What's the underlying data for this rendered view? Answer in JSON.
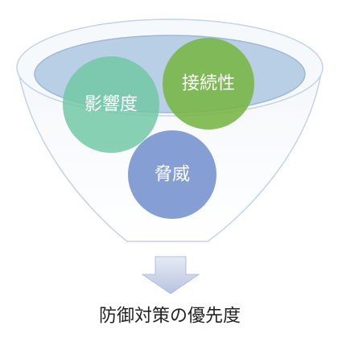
{
  "diagram": {
    "circles": {
      "impact": {
        "label": "影響度",
        "color": "#6fc7a3"
      },
      "connectivity": {
        "label": "接続性",
        "color": "#7ab648"
      },
      "threat": {
        "label": "脅威",
        "color": "#7e9ad3"
      }
    },
    "funnel": {
      "rim_color": "#b9cfe6",
      "outline_color": "#c5d3e4"
    },
    "arrow_color": "#c6d0e6",
    "caption": "防御対策の優先度"
  }
}
